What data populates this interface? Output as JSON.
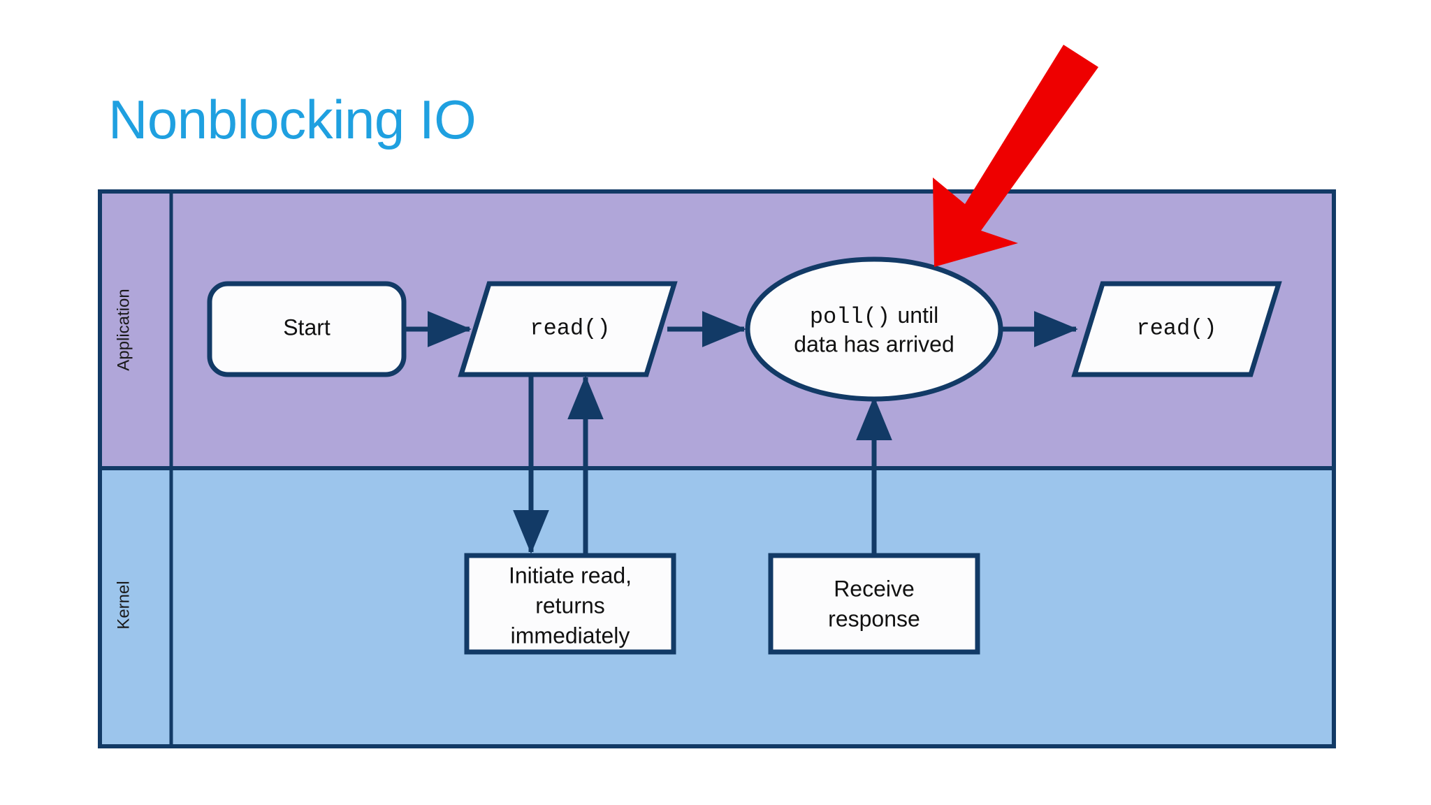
{
  "slide": {
    "title": "Nonblocking IO",
    "title_color": "#1fa0e0",
    "background": "#ffffff"
  },
  "diagram": {
    "type": "swimlane-flowchart",
    "border_color": "#123a66",
    "lanes": [
      {
        "id": "application",
        "label": "Application",
        "fill": "#b0a6d9"
      },
      {
        "id": "kernel",
        "label": "Kernel",
        "fill": "#9cc5ec"
      }
    ],
    "nodes": [
      {
        "id": "start",
        "label": "Start",
        "shape": "rounded-rect",
        "lane": "application",
        "font": "sans"
      },
      {
        "id": "read-1",
        "label": "read()",
        "shape": "parallelogram",
        "lane": "application",
        "font": "mono"
      },
      {
        "id": "poll",
        "label_mono": "poll()",
        "label_rest": "until",
        "label_line2": "data has arrived",
        "shape": "ellipse",
        "lane": "application",
        "font": "mixed"
      },
      {
        "id": "read-2",
        "label": "read()",
        "shape": "parallelogram",
        "lane": "application",
        "font": "mono"
      },
      {
        "id": "initiate-read",
        "label_line1": "Initiate read,",
        "label_line2": "returns",
        "label_line3": "immediately",
        "shape": "rect",
        "lane": "kernel",
        "font": "sans"
      },
      {
        "id": "receive-response",
        "label_line1": "Receive",
        "label_line2": "response",
        "shape": "rect",
        "lane": "kernel",
        "font": "sans"
      }
    ],
    "connectors": [
      {
        "id": "start-to-read1",
        "from": "start",
        "to": "read-1",
        "direction": "right"
      },
      {
        "id": "read1-to-poll",
        "from": "read-1",
        "to": "poll",
        "direction": "right"
      },
      {
        "id": "poll-to-read2",
        "from": "poll",
        "to": "read-2",
        "direction": "right"
      },
      {
        "id": "read1-to-initiate",
        "from": "read-1",
        "to": "initiate-read",
        "direction": "down"
      },
      {
        "id": "initiate-to-read1",
        "from": "initiate-read",
        "to": "read-1",
        "direction": "up"
      },
      {
        "id": "receive-to-poll",
        "from": "receive-response",
        "to": "poll",
        "direction": "up"
      }
    ]
  },
  "annotation": {
    "id": "red-pointer-arrow",
    "color": "#ee0000",
    "points_at": "poll"
  }
}
